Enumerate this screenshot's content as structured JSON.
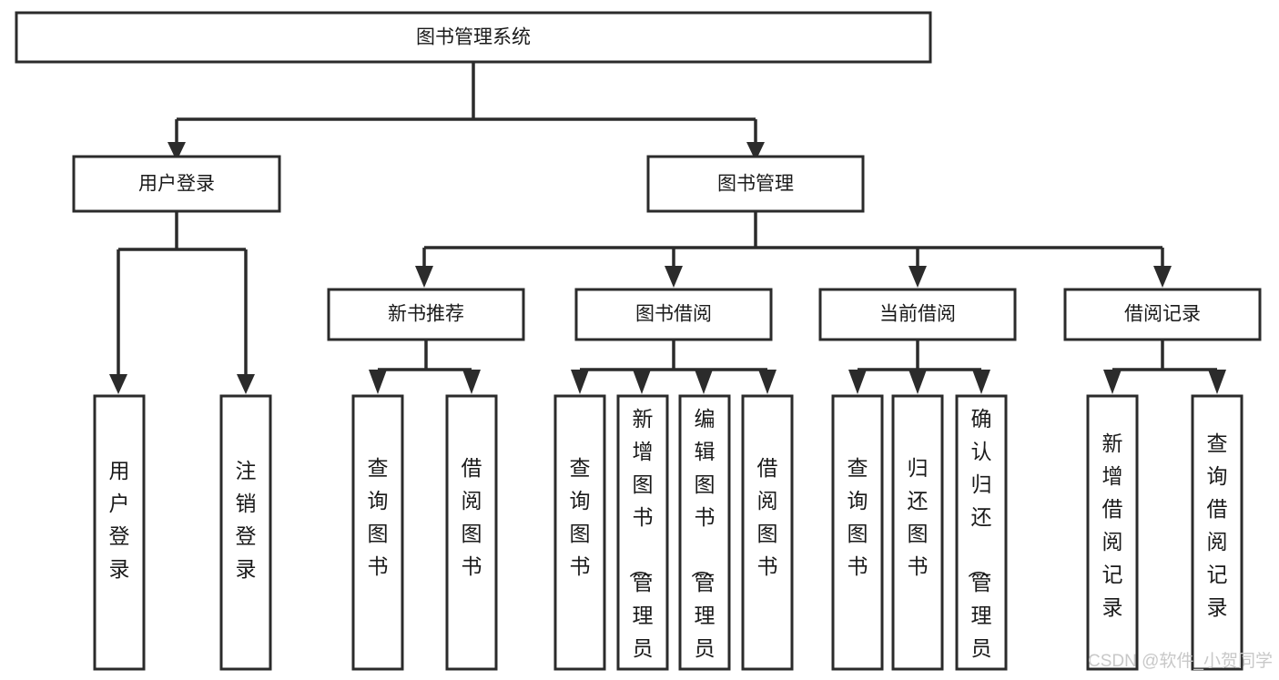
{
  "diagram": {
    "title": "图书管理系统",
    "type": "hierarchy-tree",
    "root": {
      "id": "root",
      "label": "图书管理系统"
    },
    "level1": [
      {
        "id": "user-login",
        "label": "用户登录"
      },
      {
        "id": "book-manage",
        "label": "图书管理"
      }
    ],
    "level2": [
      {
        "id": "new-book-recommend",
        "label": "新书推荐",
        "parent": "book-manage"
      },
      {
        "id": "book-borrow",
        "label": "图书借阅",
        "parent": "book-manage"
      },
      {
        "id": "current-borrow",
        "label": "当前借阅",
        "parent": "book-manage"
      },
      {
        "id": "borrow-record",
        "label": "借阅记录",
        "parent": "book-manage"
      }
    ],
    "leaves": [
      {
        "id": "leaf-user-login",
        "label": "用户登录",
        "parent": "user-login"
      },
      {
        "id": "leaf-logout-login",
        "label": "注销登录",
        "parent": "user-login"
      },
      {
        "id": "leaf-query-book-1",
        "label": "查询图书",
        "parent": "new-book-recommend"
      },
      {
        "id": "leaf-borrow-book-1",
        "label": "借阅图书",
        "parent": "new-book-recommend"
      },
      {
        "id": "leaf-query-book-2",
        "label": "查询图书",
        "parent": "book-borrow"
      },
      {
        "id": "leaf-add-book",
        "label": "新增图书（管理员）",
        "parent": "book-borrow"
      },
      {
        "id": "leaf-edit-book",
        "label": "编辑图书（管理员）",
        "parent": "book-borrow"
      },
      {
        "id": "leaf-borrow-book-2",
        "label": "借阅图书",
        "parent": "book-borrow"
      },
      {
        "id": "leaf-query-book-3",
        "label": "查询图书",
        "parent": "current-borrow"
      },
      {
        "id": "leaf-return-book",
        "label": "归还图书",
        "parent": "current-borrow"
      },
      {
        "id": "leaf-confirm-return",
        "label": "确认归还（管理员）",
        "parent": "current-borrow"
      },
      {
        "id": "leaf-add-record",
        "label": "新增借阅记录",
        "parent": "borrow-record"
      },
      {
        "id": "leaf-query-record",
        "label": "查询借阅记录",
        "parent": "borrow-record"
      }
    ],
    "colors": {
      "stroke": "#2b2b2b",
      "fill": "#ffffff",
      "text": "#1a1a1a",
      "background": "#ffffff",
      "watermark": "#c8c8c8"
    }
  },
  "watermark": {
    "text": "CSDN @软件_小贺同学"
  }
}
